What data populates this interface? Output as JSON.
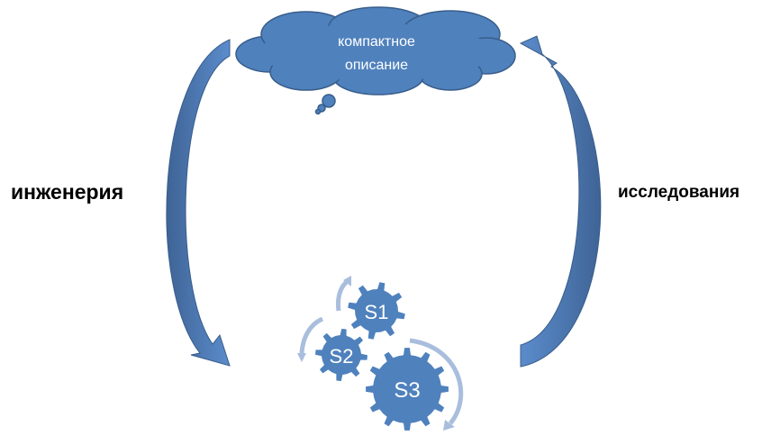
{
  "cloud": {
    "line1": "компактное",
    "line2": "описание"
  },
  "left_label": "инженерия",
  "right_label": "исследования",
  "gears": [
    {
      "label": "S1"
    },
    {
      "label": "S2"
    },
    {
      "label": "S3"
    }
  ],
  "colors": {
    "fill": "#4f81bd",
    "outline": "#385d8a",
    "light_arrow": "#a9bedd",
    "dark_arrow": "#3f6496"
  }
}
